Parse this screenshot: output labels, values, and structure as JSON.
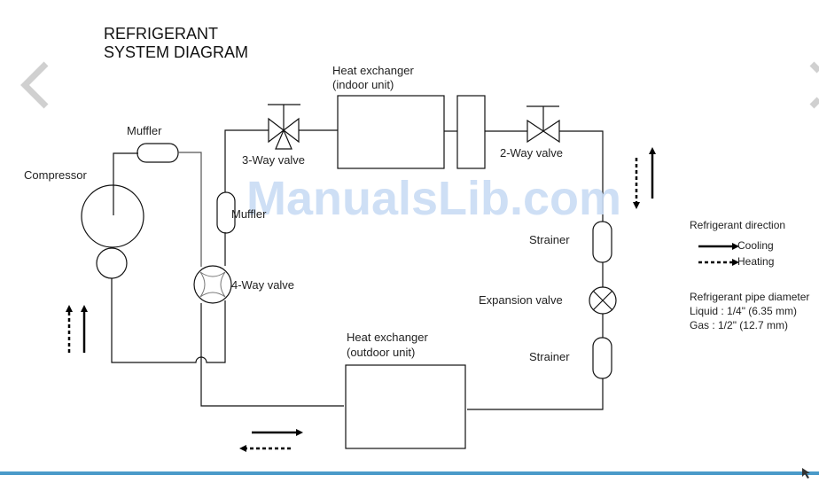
{
  "title": {
    "line1": "REFRIGERANT",
    "line2": "SYSTEM DIAGRAM"
  },
  "watermark": "ManualsLib.com",
  "components": {
    "compressor": "Compressor",
    "muffler_top": "Muffler",
    "muffler_side": "Muffler",
    "four_way_valve": "4-Way valve",
    "three_way_valve": "3-Way valve",
    "two_way_valve": "2-Way valve",
    "indoor_hx_line1": "Heat exchanger",
    "indoor_hx_line2": "(indoor unit)",
    "outdoor_hx_line1": "Heat exchanger",
    "outdoor_hx_line2": "(outdoor unit)",
    "strainer_upper": "Strainer",
    "expansion_valve": "Expansion valve",
    "strainer_lower": "Strainer"
  },
  "legend": {
    "direction_title": "Refrigerant direction",
    "cooling": "Cooling",
    "heating": "Heating",
    "pipe_title": "Refrigerant pipe diameter",
    "liquid": "Liquid : 1/4\" (6.35 mm)",
    "gas": "Gas : 1/2\" (12.7 mm)"
  },
  "navigation": {
    "prev_icon": "chevron-left-icon",
    "next_icon": "chevron-right-icon"
  },
  "colors": {
    "line": "#111111",
    "watermark": "#c9dcf5",
    "nav_arrow": "#d0d0d0",
    "bottom_bar": "#4a9ac9"
  }
}
